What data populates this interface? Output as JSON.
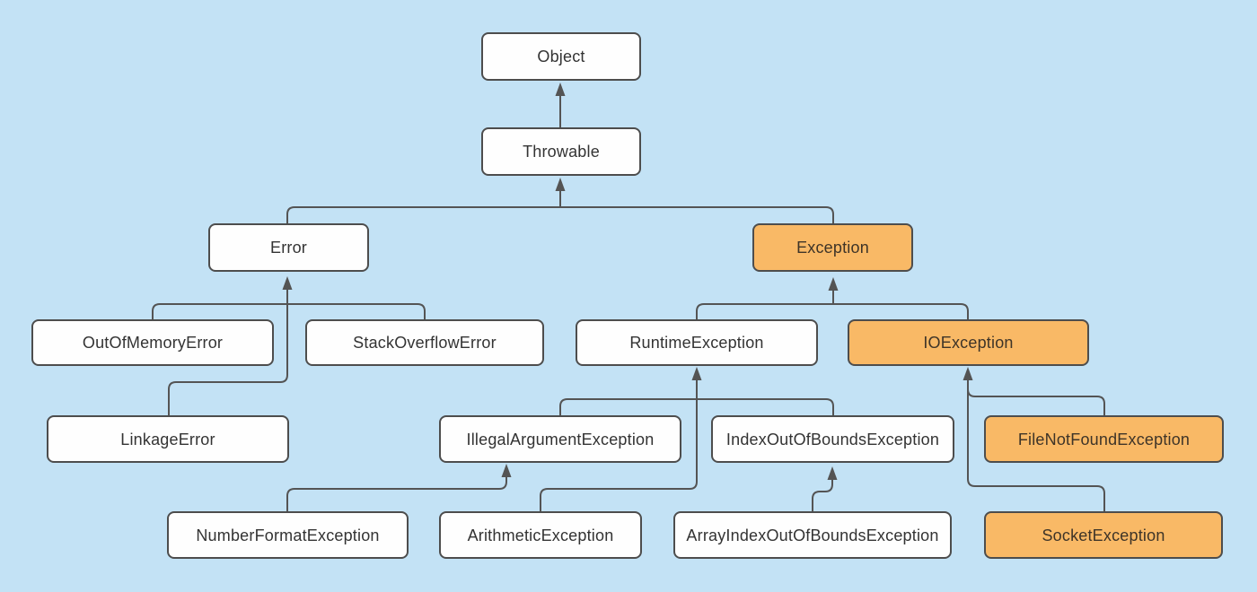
{
  "diagram": {
    "type": "class-hierarchy-tree",
    "colors": {
      "background": "#C3E2F5",
      "node_fill": "#FEFEFE",
      "node_fill_highlight": "#F9B966",
      "node_border": "#4D4D4D",
      "connector": "#545454",
      "text": "#333333"
    },
    "nodes": [
      {
        "id": "object",
        "label": "Object",
        "highlighted": false
      },
      {
        "id": "throwable",
        "label": "Throwable",
        "highlighted": false
      },
      {
        "id": "error",
        "label": "Error",
        "highlighted": false
      },
      {
        "id": "exception",
        "label": "Exception",
        "highlighted": true
      },
      {
        "id": "outofmemoryerror",
        "label": "OutOfMemoryError",
        "highlighted": false
      },
      {
        "id": "stackoverflowerror",
        "label": "StackOverflowError",
        "highlighted": false
      },
      {
        "id": "runtimeexception",
        "label": "RuntimeException",
        "highlighted": false
      },
      {
        "id": "ioexception",
        "label": "IOException",
        "highlighted": true
      },
      {
        "id": "linkageerror",
        "label": "LinkageError",
        "highlighted": false
      },
      {
        "id": "illegalargumentexception",
        "label": "IllegalArgumentException",
        "highlighted": false
      },
      {
        "id": "indexoutofboundsexception",
        "label": "IndexOutOfBoundsException",
        "highlighted": false
      },
      {
        "id": "filenotfoundexception",
        "label": "FileNotFoundException",
        "highlighted": true
      },
      {
        "id": "numberformatexception",
        "label": "NumberFormatException",
        "highlighted": false
      },
      {
        "id": "arithmeticexception",
        "label": "ArithmeticException",
        "highlighted": false
      },
      {
        "id": "arrayindexoutofboundsexception",
        "label": "ArrayIndexOutOfBoundsException",
        "highlighted": false
      },
      {
        "id": "socketexception",
        "label": "SocketException",
        "highlighted": true
      }
    ],
    "edges": [
      {
        "from": "throwable",
        "to": "object"
      },
      {
        "from": "error",
        "to": "throwable"
      },
      {
        "from": "exception",
        "to": "throwable"
      },
      {
        "from": "outofmemoryerror",
        "to": "error"
      },
      {
        "from": "stackoverflowerror",
        "to": "error"
      },
      {
        "from": "linkageerror",
        "to": "error"
      },
      {
        "from": "runtimeexception",
        "to": "exception"
      },
      {
        "from": "ioexception",
        "to": "exception"
      },
      {
        "from": "illegalargumentexception",
        "to": "runtimeexception"
      },
      {
        "from": "indexoutofboundsexception",
        "to": "runtimeexception"
      },
      {
        "from": "arithmeticexception",
        "to": "runtimeexception"
      },
      {
        "from": "numberformatexception",
        "to": "illegalargumentexception"
      },
      {
        "from": "arrayindexoutofboundsexception",
        "to": "indexoutofboundsexception"
      },
      {
        "from": "filenotfoundexception",
        "to": "ioexception"
      },
      {
        "from": "socketexception",
        "to": "ioexception"
      }
    ]
  }
}
